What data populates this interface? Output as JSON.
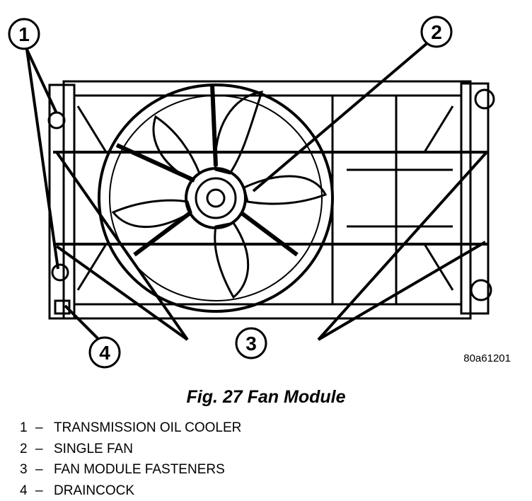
{
  "figure": {
    "id_label": "80a61201",
    "callouts": [
      "1",
      "2",
      "3",
      "4"
    ]
  },
  "caption": "Fig. 27 Fan Module",
  "legend": [
    {
      "num": "1",
      "sep": "–",
      "text": "TRANSMISSION OIL COOLER"
    },
    {
      "num": "2",
      "sep": "–",
      "text": "SINGLE FAN"
    },
    {
      "num": "3",
      "sep": "–",
      "text": "FAN MODULE FASTENERS"
    },
    {
      "num": "4",
      "sep": "–",
      "text": "DRAINCOCK"
    }
  ]
}
